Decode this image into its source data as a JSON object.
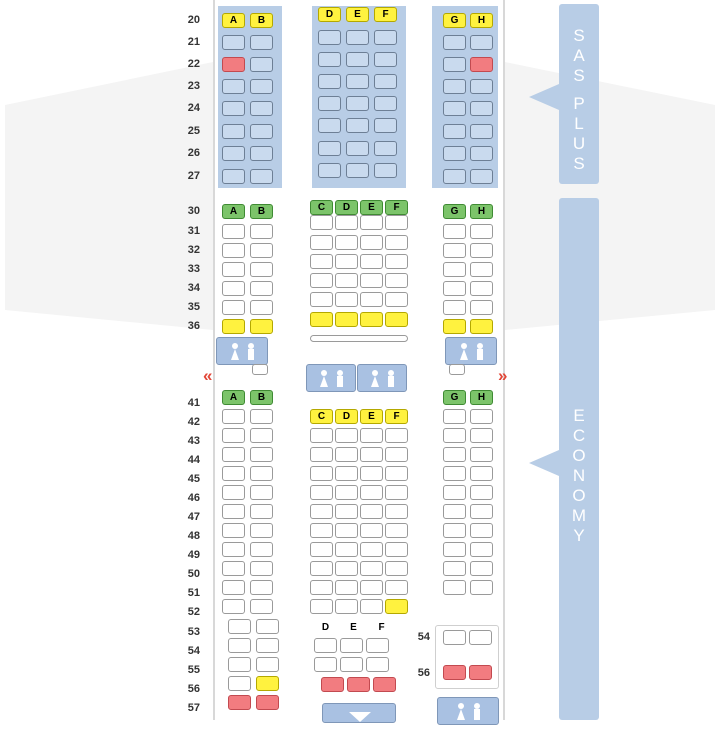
{
  "cabins": {
    "plus": {
      "label": "SAS PLUS",
      "letters": [
        "S",
        "A",
        "S",
        "P",
        "L",
        "U",
        "S"
      ]
    },
    "economy": {
      "label": "ECONOMY",
      "letters": [
        "E",
        "C",
        "O",
        "N",
        "O",
        "M",
        "Y"
      ]
    }
  },
  "column_letters": {
    "left": [
      "A",
      "B"
    ],
    "middle": [
      "D",
      "E",
      "F"
    ],
    "middle_economy": [
      "C",
      "D",
      "E",
      "F"
    ],
    "right": [
      "G",
      "H"
    ],
    "rear_middle": [
      "D",
      "E",
      "F"
    ]
  },
  "rows": {
    "plus": [
      "20",
      "21",
      "22",
      "23",
      "24",
      "25",
      "26",
      "27"
    ],
    "economy_front": [
      "30",
      "31",
      "32",
      "33",
      "34",
      "35",
      "36"
    ],
    "economy_rear": [
      "41",
      "42",
      "43",
      "44",
      "45",
      "46",
      "47",
      "48",
      "49",
      "50",
      "51",
      "52",
      "53",
      "54",
      "55",
      "56",
      "57"
    ],
    "right_rear": [
      "54",
      "56"
    ]
  },
  "exit_markers": {
    "left": "«",
    "right": "»"
  },
  "colors": {
    "plus_seat": "#c9daee",
    "occupied": "#f27c80",
    "exit_row": "#fff23f",
    "available": "#ffffff",
    "label_green": "#7cc46a",
    "cabin_bar": "#b8cde6"
  },
  "icons": [
    "lavatory-icon",
    "galley-icon",
    "exit-arrow-icon"
  ]
}
